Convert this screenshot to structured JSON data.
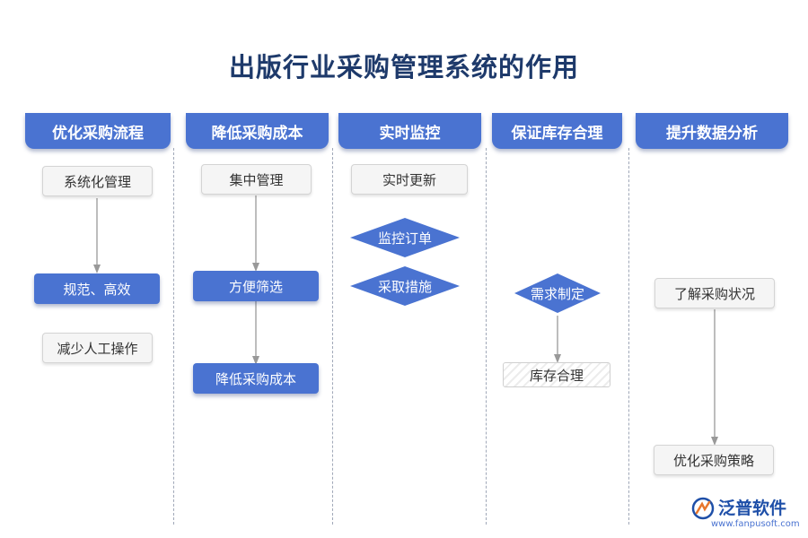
{
  "title": "出版行业采购管理系统的作用",
  "columns": [
    {
      "header": "优化采购流程",
      "nodes": [
        "系统化管理",
        "规范、高效",
        "减少人工操作"
      ]
    },
    {
      "header": "降低采购成本",
      "nodes": [
        "集中管理",
        "方便筛选",
        "降低采购成本"
      ]
    },
    {
      "header": "实时监控",
      "nodes": [
        "实时更新",
        "监控订单",
        "采取措施"
      ]
    },
    {
      "header": "保证库存合理",
      "nodes": [
        "需求制定",
        "库存合理"
      ]
    },
    {
      "header": "提升数据分析",
      "nodes": [
        "了解采购状况",
        "优化采购策略"
      ]
    }
  ],
  "colors": {
    "primary": "#4a73d1",
    "title": "#1e3a6b",
    "gray_box": "#f5f5f5"
  },
  "logo": {
    "name": "泛普软件",
    "url": "www.fanpusoft.com",
    "icon": "fanpu-logo-icon"
  }
}
